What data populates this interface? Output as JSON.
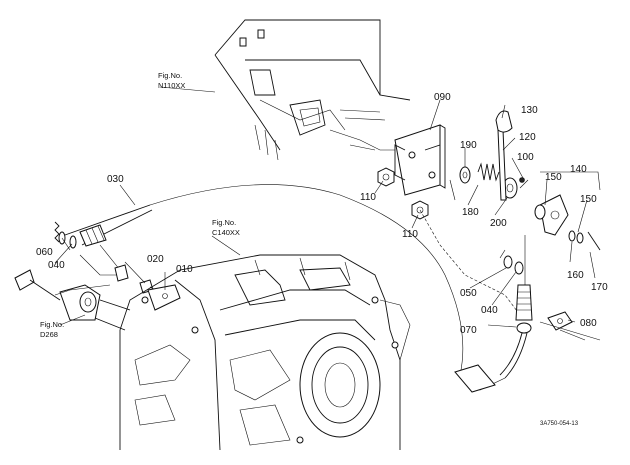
{
  "diagram": {
    "figure_refs": [
      {
        "id": "n110",
        "line1": "Fig.No.",
        "line2": "N110XX"
      },
      {
        "id": "c140",
        "line1": "Fig.No.",
        "line2": "C140XX"
      },
      {
        "id": "d268",
        "line1": "Fig.No.",
        "line2": "D268"
      }
    ],
    "part_labels": {
      "p010": "010",
      "p020": "020",
      "p030": "030",
      "p040a": "040",
      "p040b": "040",
      "p050": "050",
      "p060": "060",
      "p070": "070",
      "p080": "080",
      "p090": "090",
      "p100": "100",
      "p110a": "110",
      "p110b": "110",
      "p120": "120",
      "p130": "130",
      "p140": "140",
      "p150a": "150",
      "p150b": "150",
      "p160": "160",
      "p170": "170",
      "p180": "180",
      "p190": "190",
      "p200": "200"
    },
    "drawing_code": "3A750-054-13"
  }
}
